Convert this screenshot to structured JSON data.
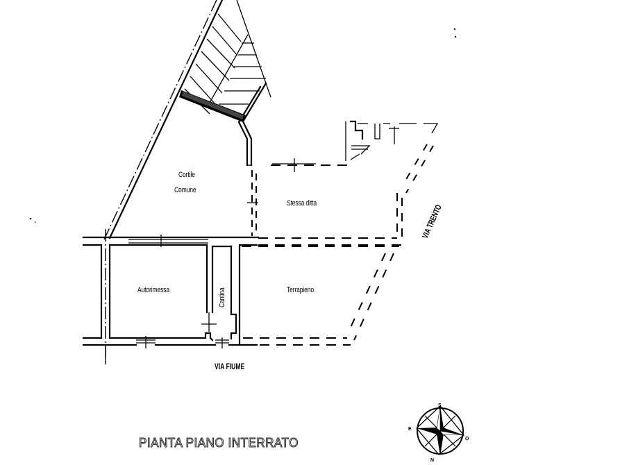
{
  "drawing": {
    "title": "PIANTA PIANO INTERRATO",
    "rooms": {
      "cortile_line1": "Cortile",
      "cortile_line2": "Comune",
      "stessa_ditta": "Stessa ditta",
      "autorimessa": "Autorimessa",
      "cantina": "Cantina",
      "terrapieno": "Terrapieno"
    },
    "streets": {
      "via_fiume": "VIA FIUME",
      "via_trento": "VIA TRENTO"
    },
    "compass": {
      "top": "S",
      "left": "E",
      "right": "O",
      "bottom": "N"
    }
  }
}
